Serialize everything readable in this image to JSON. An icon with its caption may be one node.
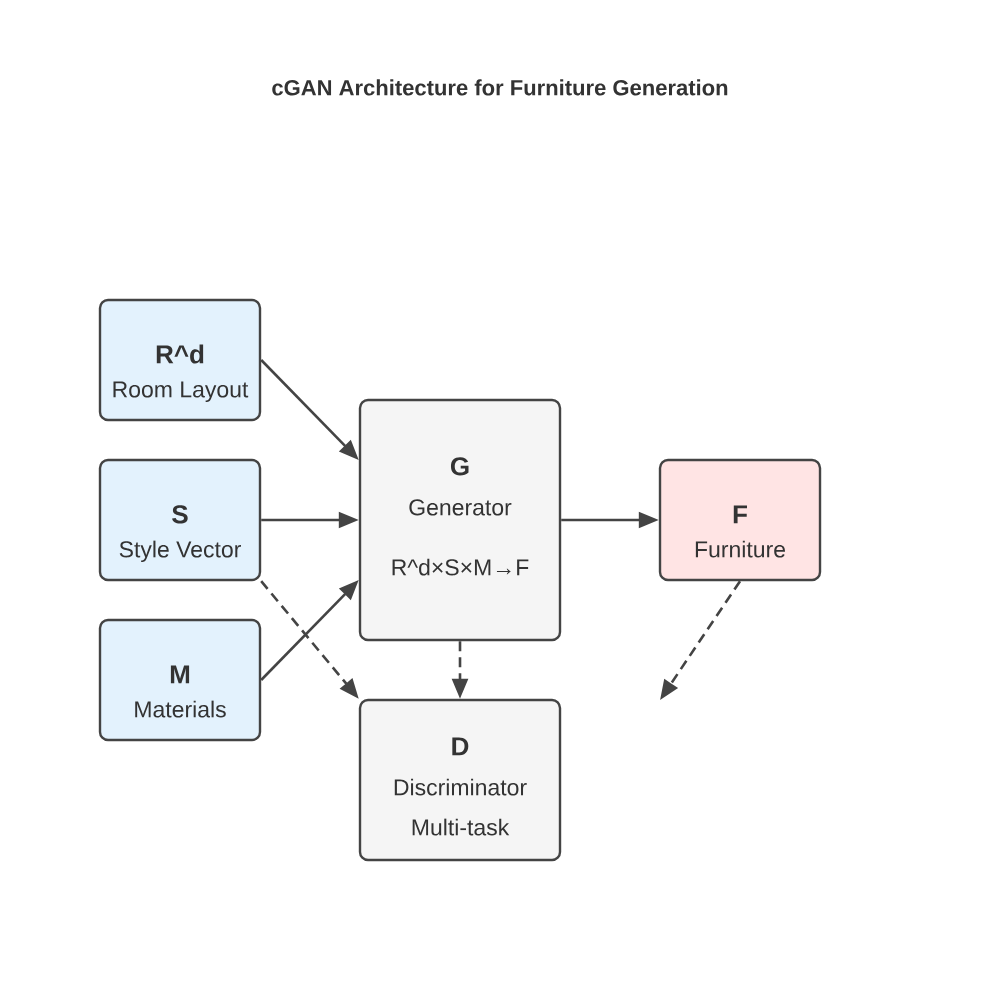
{
  "diagram": {
    "title": "cGAN Architecture for Furniture Generation",
    "nodes": [
      {
        "text": [
          "R^d",
          "Room Layout"
        ]
      },
      {
        "text": [
          "S",
          "Style Vector"
        ]
      },
      {
        "text": [
          "M",
          "Materials"
        ]
      },
      {
        "text": [
          "G",
          "Generator",
          "R^d×S×M→F"
        ]
      },
      {
        "text": [
          "F",
          "Furniture"
        ]
      },
      {
        "text": [
          "D",
          "Discriminator",
          "Multi-task"
        ]
      }
    ],
    "edges": [
      {
        "from": 0,
        "to": 3,
        "arrow": "to"
      },
      {
        "from": 1,
        "to": 3,
        "arrow": "to"
      },
      {
        "from": 2,
        "to": 3,
        "arrow": "to"
      },
      {
        "from": 3,
        "to": 4,
        "arrow": "to"
      },
      {
        "from": 1,
        "to": 5,
        "arrow": "to",
        "style": "dashed"
      },
      {
        "from": 3,
        "to": 5,
        "arrow": "to",
        "style": "dashed"
      },
      {
        "from": 4,
        "to": null,
        "arrow": "to",
        "style": "dashed"
      }
    ]
  }
}
